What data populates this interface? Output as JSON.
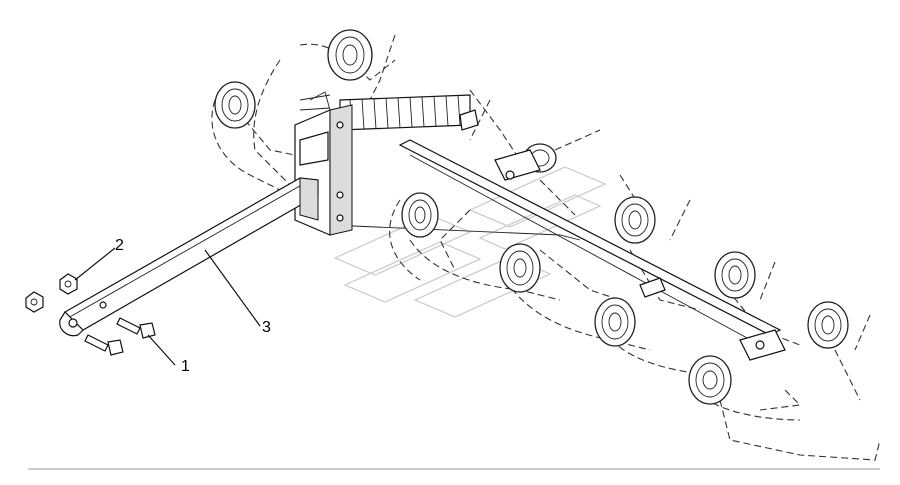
{
  "diagram": {
    "callouts": [
      {
        "id": "1",
        "label": "1"
      },
      {
        "id": "2",
        "label": "2"
      },
      {
        "id": "3",
        "label": "3"
      }
    ],
    "colors": {
      "line": "#111111",
      "background": "#ffffff",
      "watermark": "#c8c8c8",
      "baseline": "#999999"
    }
  }
}
